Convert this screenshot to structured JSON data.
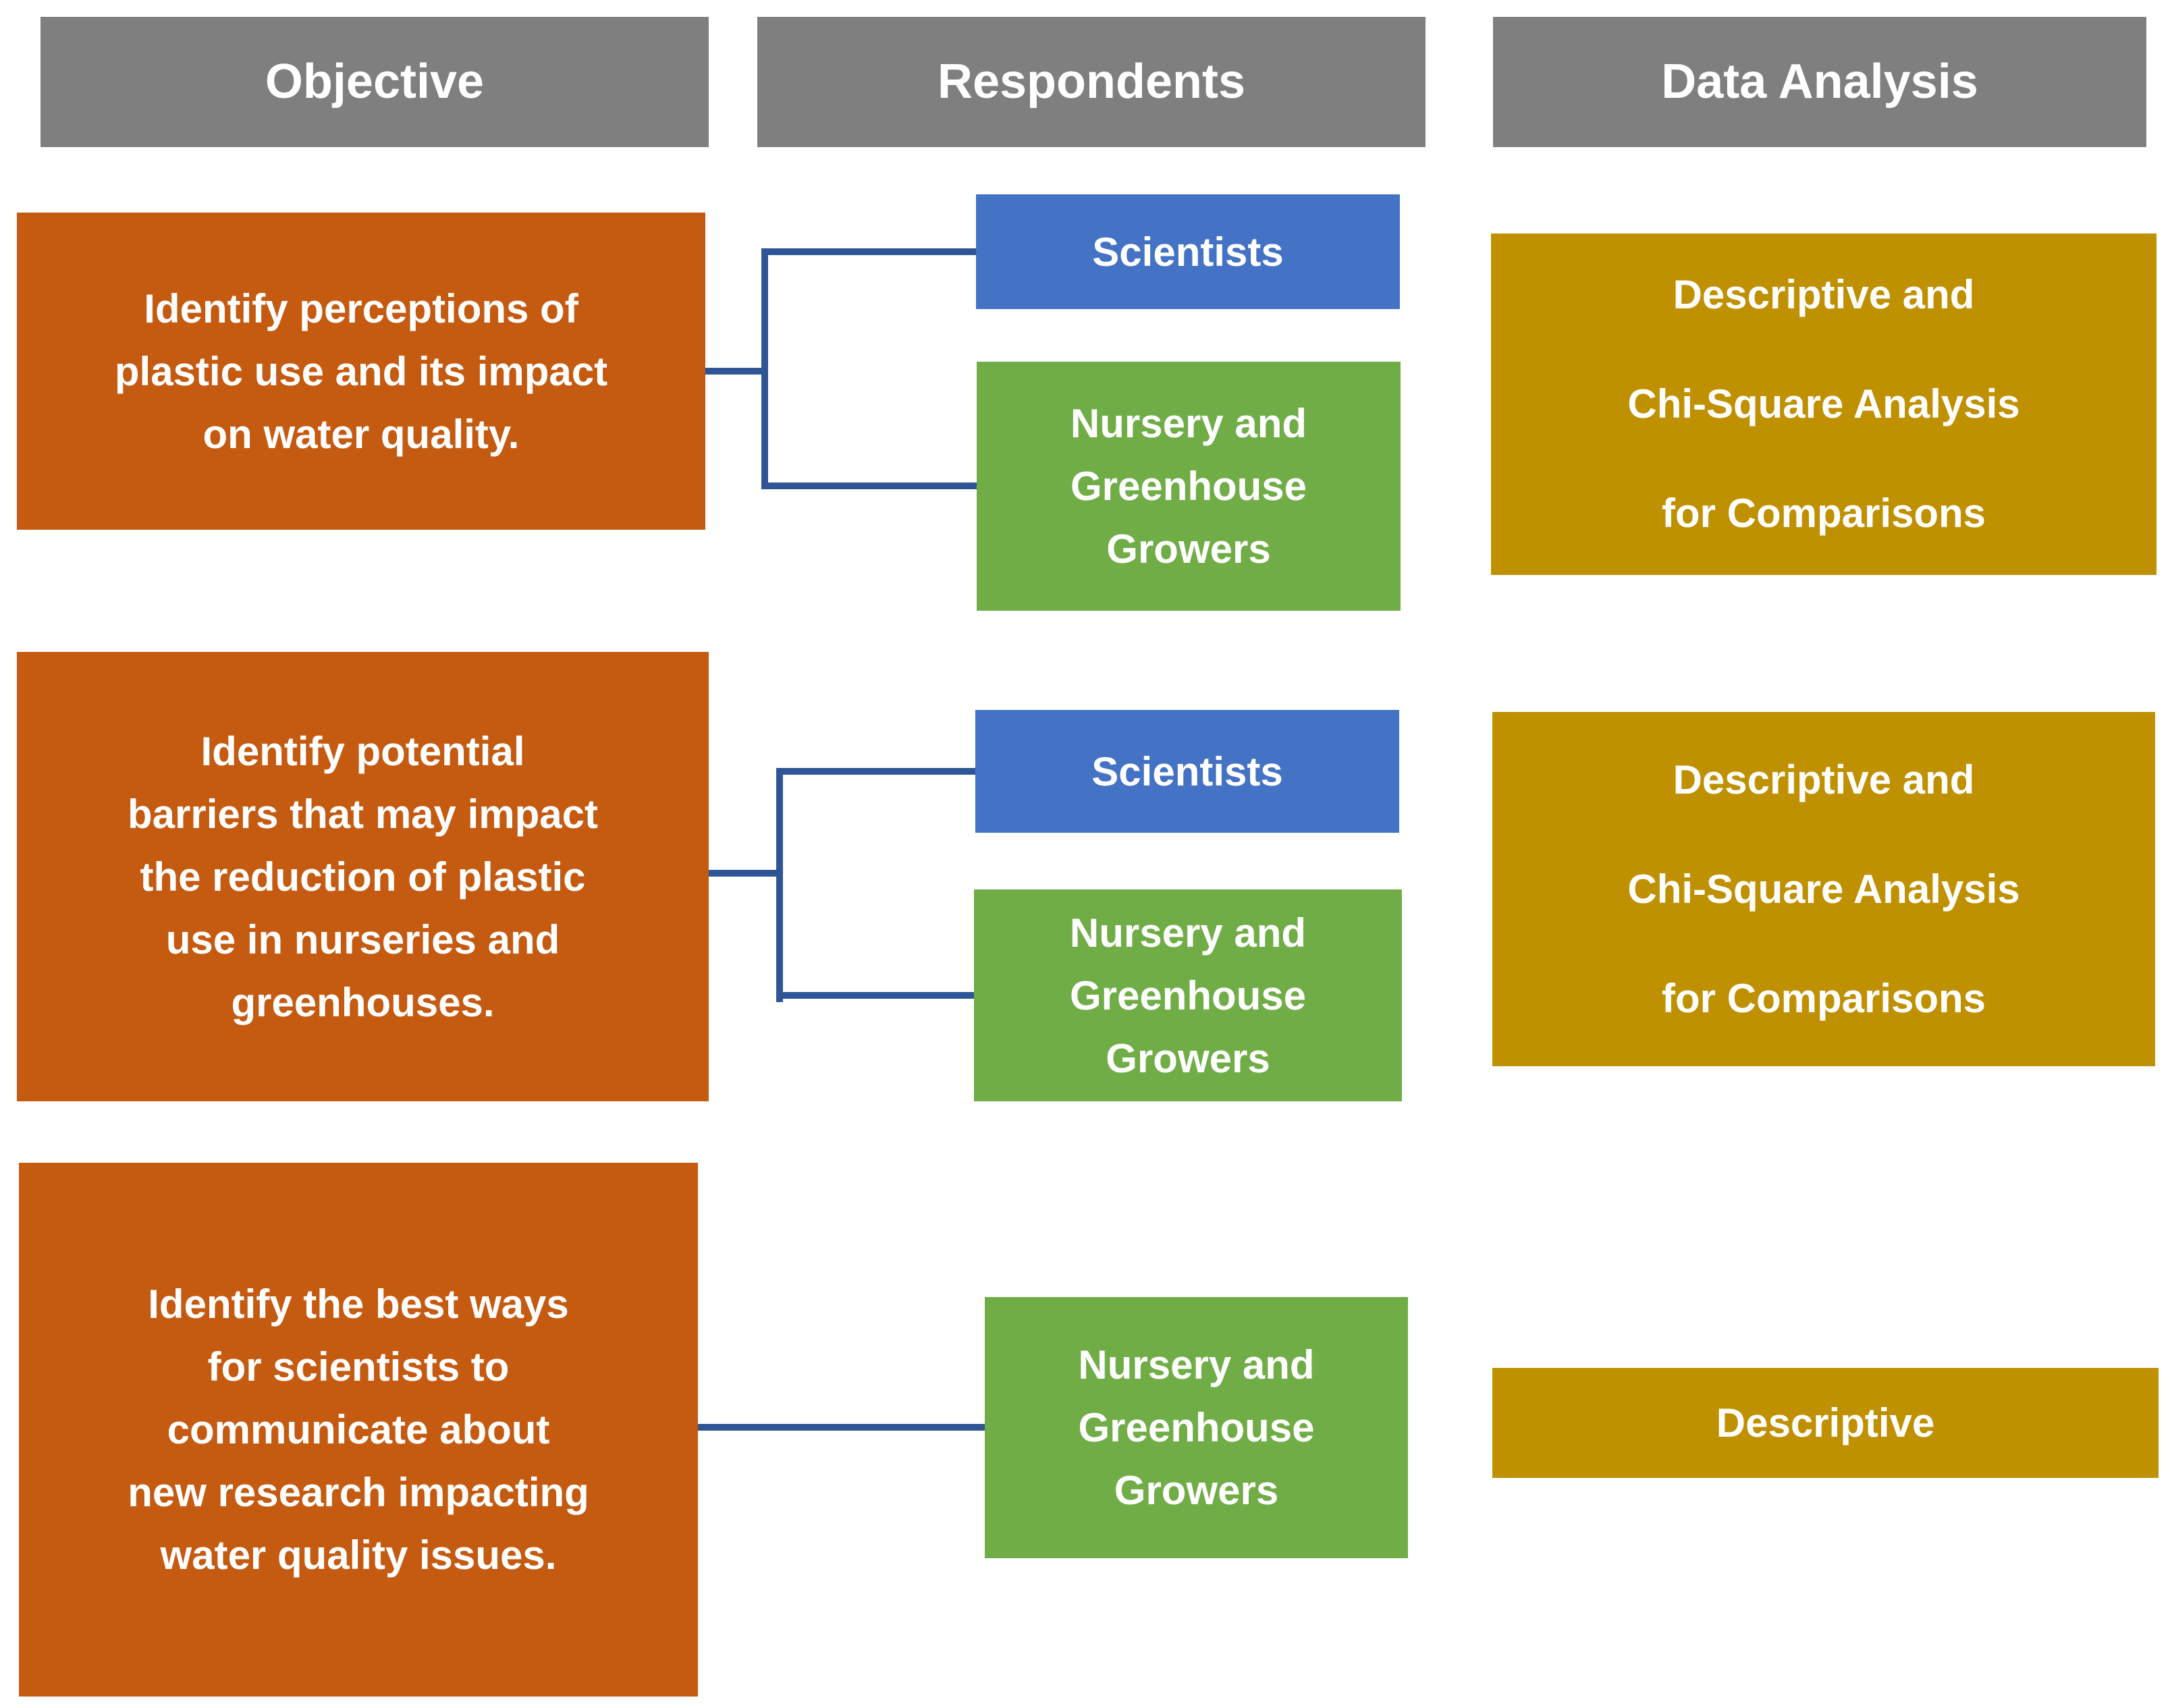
{
  "colors": {
    "page_bg": "#ffffff",
    "header_gray": "#7f7f7f",
    "objective_orange": "#c55a11",
    "scientists_blue": "#4472c4",
    "growers_green": "#70ad47",
    "analysis_gold": "#bf9000",
    "connector_blue": "#2f5597",
    "text_white": "#ffffff"
  },
  "headers": {
    "objective": "Objective",
    "respondents": "Respondents",
    "data_analysis": "Data Analysis"
  },
  "rows": [
    {
      "objective": [
        "Identify perceptions of",
        "plastic use and its impact",
        "on water quality."
      ],
      "respondents": {
        "scientists": "Scientists",
        "growers": [
          "Nursery and",
          "Greenhouse",
          "Growers"
        ]
      },
      "analysis": [
        "Descriptive and",
        "Chi-Square Analysis",
        "for Comparisons"
      ]
    },
    {
      "objective": [
        "Identify potential",
        "barriers that may impact",
        "the reduction of plastic",
        "use in nurseries and",
        "greenhouses."
      ],
      "respondents": {
        "scientists": "Scientists",
        "growers": [
          "Nursery and",
          "Greenhouse",
          "Growers"
        ]
      },
      "analysis": [
        "Descriptive and",
        "Chi-Square Analysis",
        "for Comparisons"
      ]
    },
    {
      "objective": [
        "Identify the best ways",
        "for scientists to",
        "communicate about",
        "new research impacting",
        "water quality issues."
      ],
      "respondents": {
        "growers": [
          "Nursery and",
          "Greenhouse",
          "Growers"
        ]
      },
      "analysis": "Descriptive"
    }
  ]
}
